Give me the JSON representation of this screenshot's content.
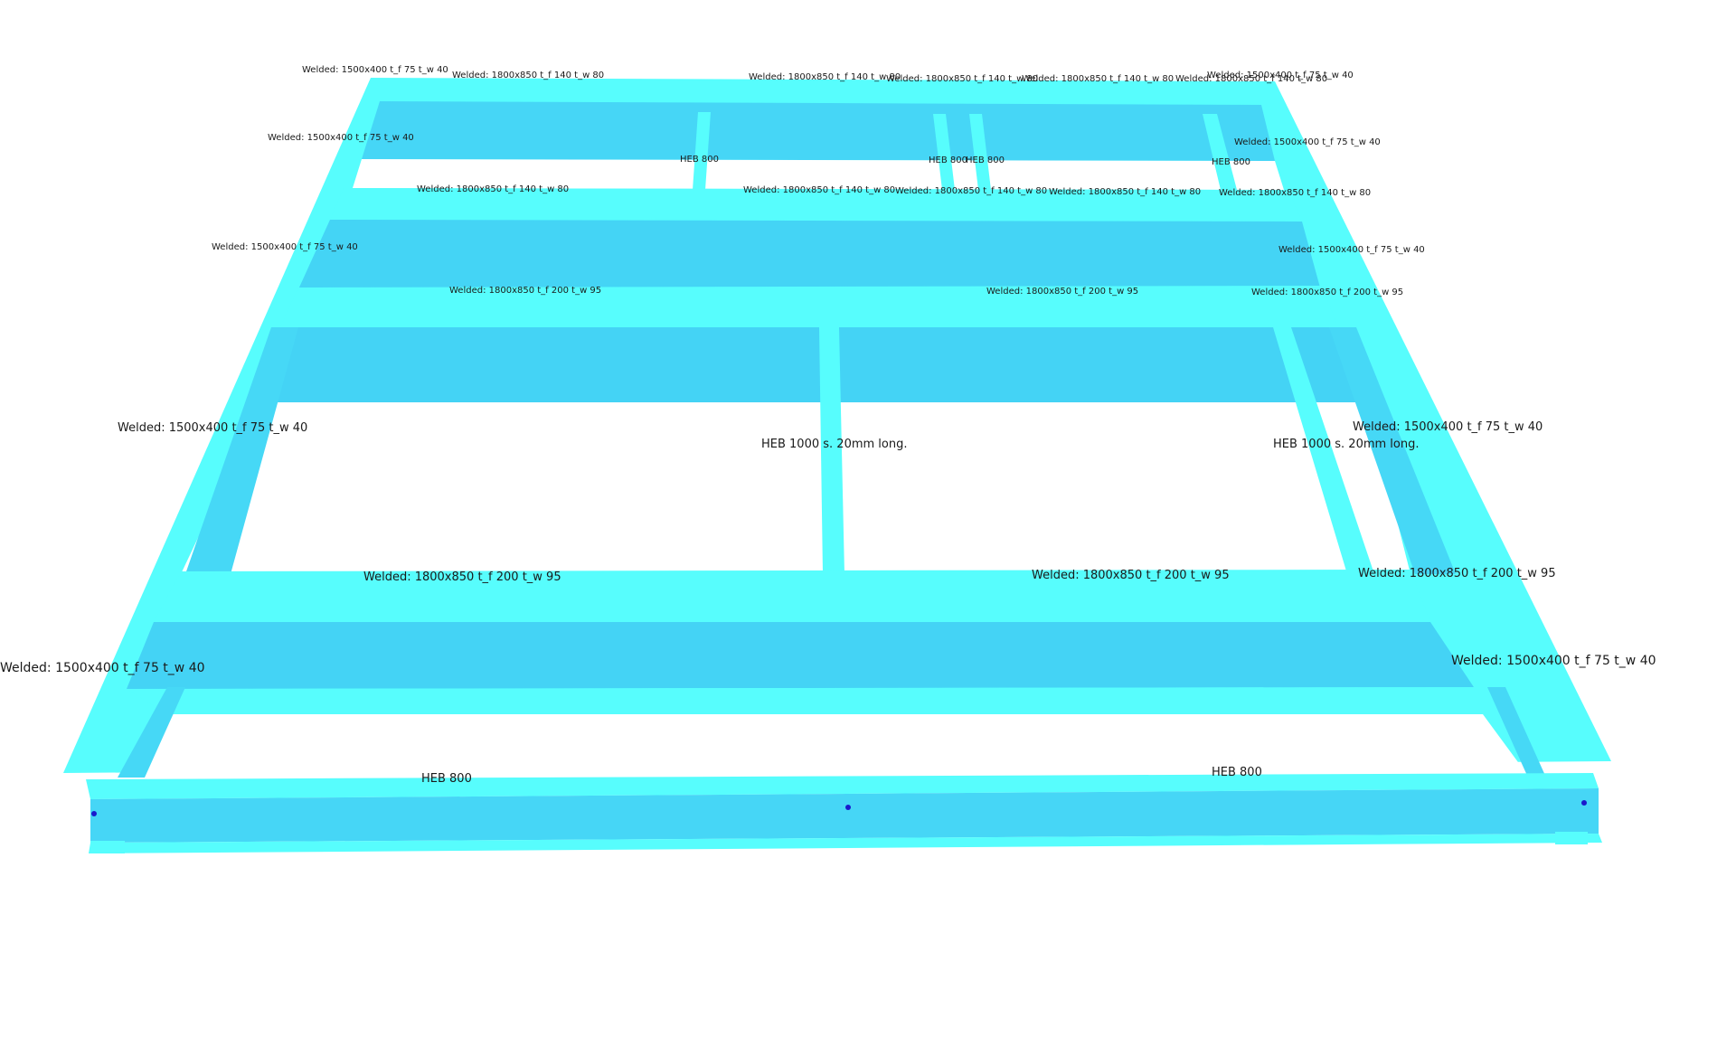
{
  "colors": {
    "beam_light": "#57fdfd",
    "beam_mid": "#46d8f6",
    "beam_dark": "#3fcbee",
    "beam_edge": "#5ff5fa",
    "node": "#1a1acc",
    "label": "#1a1a1a",
    "background": "#ffffff"
  },
  "labels": {
    "far_left_corner": "Welded: 1500x400 t_f 75 t_w 40",
    "far_row1_a": "Welded: 1800x850 t_f 140 t_w 80",
    "far_row1_b": "Welded: 1800x850 t_f 140 t_w 80",
    "far_row1_c": "Welded: 1800x850 t_f 140 t_w 80",
    "far_row1_d": "Welded: 1800x850 t_f 140 t_w 80",
    "far_row1_e": "Welded: 1800x850 t_f 140 t_w 80",
    "far_right_corner": "Welded: 1500x400 t_f 75 t_w 40",
    "row2_left": "Welded: 1500x400 t_f 75 t_w 40",
    "row2_right": "Welded: 1500x400 t_f 75 t_w 40",
    "heb_a": "HEB 800",
    "heb_b": "HEB 800",
    "heb_c": "HEB 800",
    "heb_d": "HEB 800",
    "row3_a": "Welded: 1800x850 t_f 140 t_w 80",
    "row3_b": "Welded: 1800x850 t_f 140 t_w 80",
    "row3_c": "Welded: 1800x850 t_f 140 t_w 80",
    "row3_d": "Welded: 1800x850 t_f 140 t_w 80",
    "row3_e": "Welded: 1800x850 t_f 140 t_w 80",
    "row4_left": "Welded: 1500x400 t_f 75 t_w 40",
    "row4_right": "Welded: 1500x400 t_f 75 t_w 40",
    "row5_a": "Welded: 1800x850 t_f 200 t_w 95",
    "row5_b": "Welded: 1800x850 t_f 200 t_w 95",
    "row5_c": "Welded: 1800x850 t_f 200 t_w 95",
    "row6_left": "Welded: 1500x400 t_f 75 t_w 40",
    "row6_right": "Welded: 1500x400 t_f 75 t_w 40",
    "heb1000_a": "HEB 1000 s. 20mm long.",
    "heb1000_b": "HEB 1000 s. 20mm long.",
    "row7_a": "Welded: 1800x850 t_f 200 t_w 95",
    "row7_b": "Welded: 1800x850 t_f 200 t_w 95",
    "row7_c": "Welded: 1800x850 t_f 200 t_w 95",
    "row8_left": "Welded: 1500x400 t_f 75 t_w 40",
    "row8_right": "Welded: 1500x400 t_f 75 t_w 40",
    "front_heb_left": "HEB 800",
    "front_heb_right": "HEB 800"
  }
}
